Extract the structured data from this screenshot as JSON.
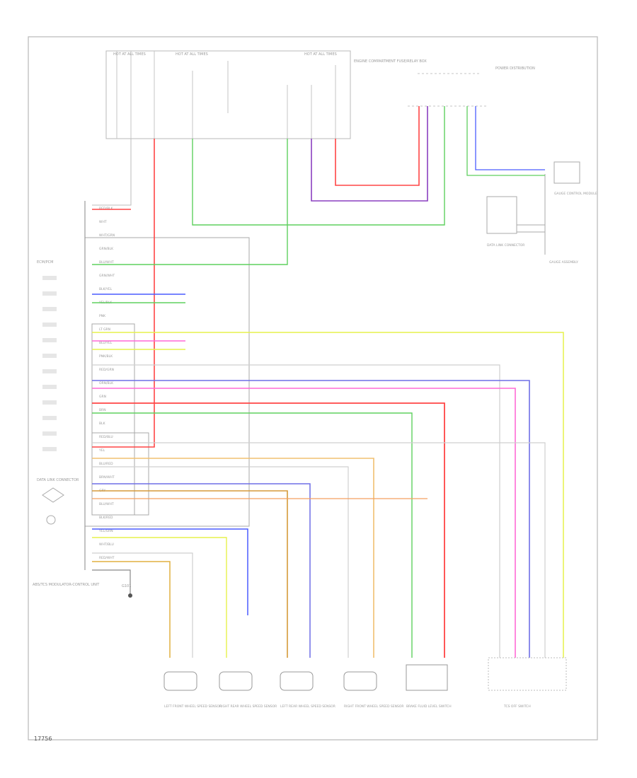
{
  "figure_id": "17756",
  "colors": {
    "red": "#ff3b3b",
    "pink": "#ff6ad5",
    "blue": "#4a5cff",
    "green": "#5fd05f",
    "yellow": "#e6f24c",
    "orange": "#e0a030",
    "purple": "#8a3fc0",
    "violet": "#6f6fe6",
    "gray": "#b0b0b0",
    "black": "#333333"
  },
  "labels": {
    "fuse_box_hot_1": "HOT AT ALL TIMES",
    "fuse_box_hot_2": "HOT AT ALL TIMES",
    "fuse_box_hot_3": "HOT AT ALL TIMES",
    "fuse_box_title": "ENGINE COMPARTMENT FUSE/RELAY BOX",
    "power_title": "POWER DISTRIBUTION",
    "dlc": "DATA LINK CONNECTOR",
    "ecm_main": "ECM/PCM",
    "abs_module": "ABS/TCS MODULATOR-CONTROL UNIT",
    "gnd": "G101",
    "sensor_lf": "LEFT FRONT WHEEL SPEED SENSOR",
    "sensor_rr": "RIGHT REAR WHEEL SPEED SENSOR",
    "sensor_lr": "LEFT REAR WHEEL SPEED SENSOR",
    "sensor_rf": "RIGHT FRONT WHEEL SPEED SENSOR",
    "sensor_brake": "BRAKE FLUID LEVEL SWITCH",
    "switch_right": "TCS OFF SWITCH",
    "module_a": "GAUGE CONTROL MODULE",
    "module_b": "DATA LINK CONNECTOR",
    "module_c": "GAUGE ASSEMBLY"
  },
  "pin_labels": [
    "RED/BLK",
    "WHT",
    "WHT/GRN",
    "GRN/BLK",
    "BLU/WHT",
    "GRN/WHT",
    "BLK/YEL",
    "YEL/BLK",
    "PNK",
    "LT GRN",
    "BLU/YEL",
    "PNK/BLK",
    "RED/GRN",
    "ORN/BLK",
    "GRN",
    "BRN",
    "BLK",
    "RED/BLU",
    "YEL",
    "BLU/RED",
    "BRN/WHT",
    "GRY",
    "BLU/WHT",
    "BLK/RED",
    "YEL/GRN",
    "WHT/BLU",
    "RED/WHT"
  ]
}
